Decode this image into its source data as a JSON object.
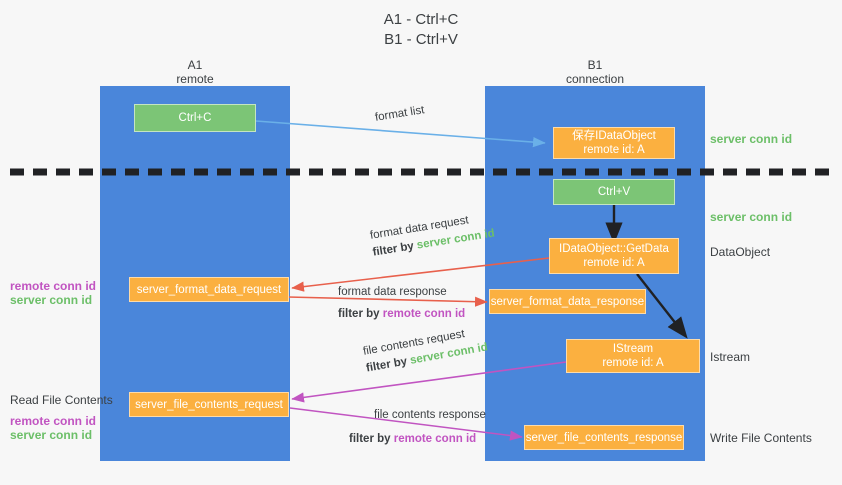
{
  "title": {
    "line1": "A1 - Ctrl+C",
    "line2": "B1 - Ctrl+V"
  },
  "lanes": [
    {
      "name": "A1",
      "sub": "remote"
    },
    {
      "name": "B1",
      "sub": "connection"
    }
  ],
  "boxes": {
    "ctrl_c": "Ctrl+C",
    "ctrl_v": "Ctrl+V",
    "save_dataobject_l1": "保存IDataObject",
    "save_dataobject_l2": "remote id: A",
    "getdata_l1": "IDataObject::GetData",
    "getdata_l2": "remote id: A",
    "istream_l1": "IStream",
    "istream_l2": "remote id: A",
    "format_data_request": "server_format_data_request",
    "format_data_response": "server_format_data_response",
    "file_contents_request": "server_file_contents_request",
    "file_contents_response": "server_file_contents_response"
  },
  "arrow_labels": {
    "format_list": "format list",
    "format_data_request": "format data request",
    "format_data_request_filter_prefix": "filter by ",
    "format_data_request_filter_key": "server conn id",
    "format_data_response": "format data response",
    "format_data_response_filter_prefix": "filter by ",
    "format_data_response_filter_key": "remote conn id",
    "file_contents_request": "file contents request",
    "file_contents_request_filter_prefix": "filter by ",
    "file_contents_request_filter_key": "server conn id",
    "file_contents_response": "file contents response",
    "file_contents_response_filter_prefix": "filter by ",
    "file_contents_response_filter_key": "remote conn id"
  },
  "right_labels": {
    "server_conn_id_top": "server conn id",
    "server_conn_id_mid": "server conn id",
    "dataobject": "DataObject",
    "istream": "Istream",
    "write_file_contents": "Write File Contents"
  },
  "left_labels": {
    "remote_conn_id_1": "remote conn id",
    "server_conn_id_1": "server conn id",
    "read_file_contents": "Read File Contents",
    "remote_conn_id_2": "remote conn id",
    "server_conn_id_2": "server conn id"
  },
  "colors": {
    "lane": "#4a86da",
    "green_box": "#7cc576",
    "orange_box": "#fbb040",
    "blue_arrow": "#6ab0e8",
    "red_arrow": "#e8604c",
    "magenta_arrow": "#c154c1",
    "black_arrow": "#202124",
    "green_text": "#6cbf68",
    "magenta_text": "#c154c1",
    "divider": "#202124",
    "background": "#f7f7f7"
  }
}
